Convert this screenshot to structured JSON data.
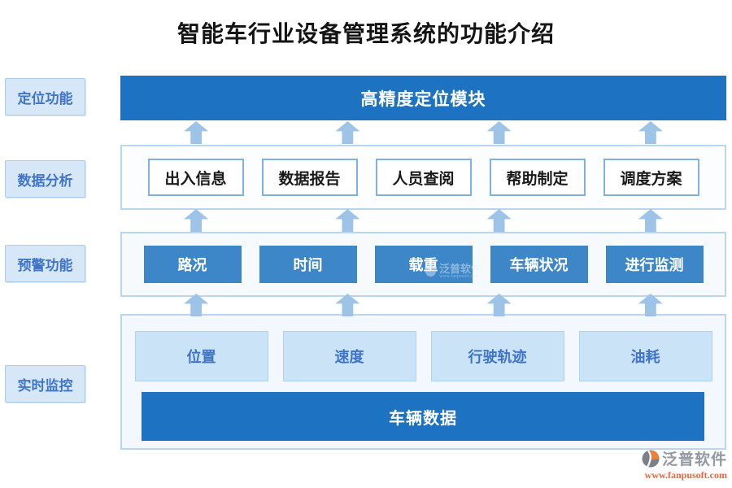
{
  "title": "智能车行业设备管理系统的功能介绍",
  "colors": {
    "primary_blue": "#1D73C2",
    "solid_cell_blue": "#3D86C8",
    "arrow_blue": "#9DC3E6",
    "label_bg": "#D6E8F8",
    "label_text": "#3F74C8",
    "container_border": "#BAD6EE",
    "light_cell_bg": "#CBE3F7",
    "brand_orange": "#E8673C"
  },
  "side_labels": [
    {
      "label": "定位功能"
    },
    {
      "label": "数据分析"
    },
    {
      "label": "预警功能"
    },
    {
      "label": "实时监控"
    }
  ],
  "rows": {
    "positioning": {
      "module": "高精度定位模块"
    },
    "analysis": {
      "items": [
        "出入信息",
        "数据报告",
        "人员查阅",
        "帮助制定",
        "调度方案"
      ]
    },
    "warning": {
      "items": [
        "路况",
        "时间",
        "载重",
        "车辆状况",
        "进行监测"
      ]
    },
    "monitoring": {
      "items": [
        "位置",
        "速度",
        "行驶轨迹",
        "油耗"
      ],
      "bar": "车辆数据"
    }
  },
  "brand": {
    "name": "泛普软件",
    "url": "www.fanpusoft.com"
  }
}
